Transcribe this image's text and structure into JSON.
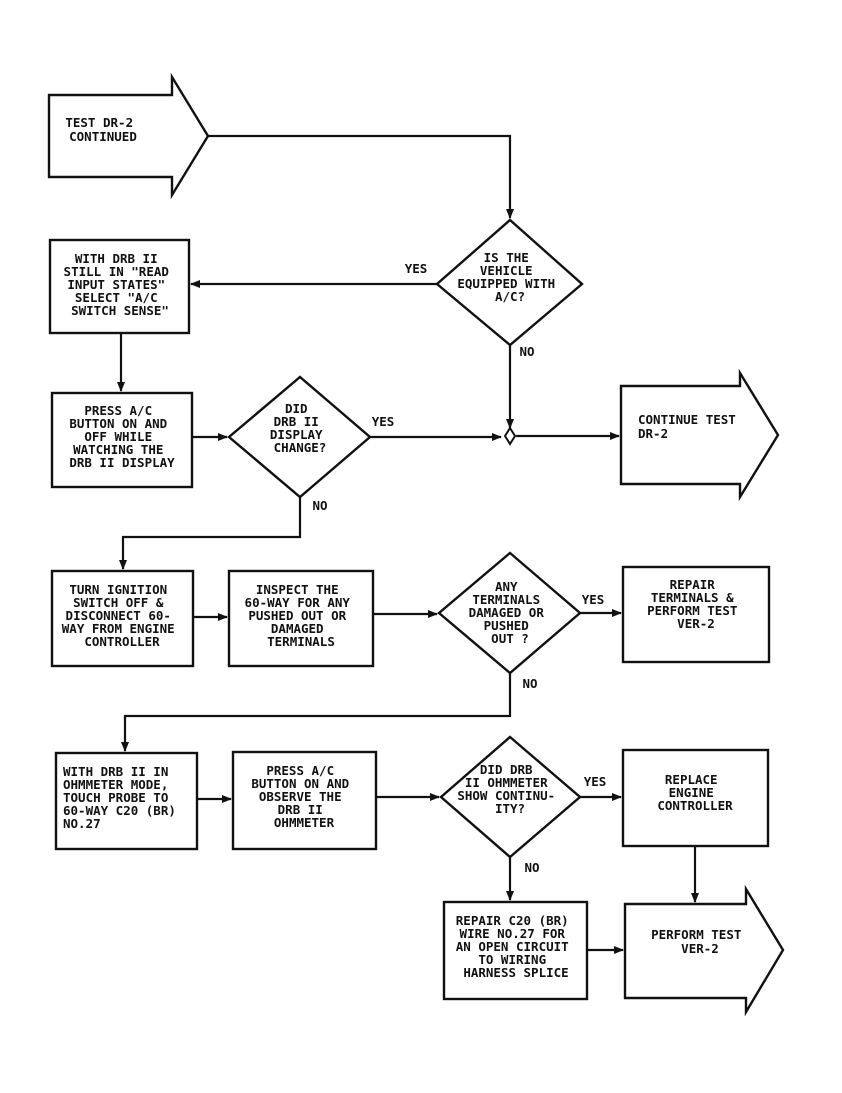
{
  "colors": {
    "ink": "#111111",
    "paper": "#ffffff"
  },
  "flowchart": {
    "start_arrow": [
      "TEST DR-2",
      "CONTINUED"
    ],
    "q_equipped": [
      "IS THE",
      "VEHICLE",
      "EQUIPPED WITH",
      "A/C?"
    ],
    "box_read_input": [
      "WITH DRB II",
      "STILL IN \"READ",
      "INPUT STATES\"",
      "SELECT \"A/C",
      "SWITCH SENSE\""
    ],
    "box_press_ac": [
      "PRESS A/C",
      "BUTTON ON AND",
      "OFF WHILE",
      "WATCHING THE",
      "DRB II DISPLAY"
    ],
    "q_display_change": [
      "DID",
      "DRB II",
      "DISPLAY",
      "CHANGE?"
    ],
    "continue_arrow": [
      "CONTINUE TEST",
      "DR-2"
    ],
    "box_ignition_off": [
      "TURN IGNITION",
      "SWITCH OFF &",
      "DISCONNECT 60-",
      "WAY FROM ENGINE",
      "CONTROLLER"
    ],
    "box_inspect": [
      "INSPECT THE",
      "60-WAY FOR ANY",
      "PUSHED OUT OR",
      "DAMAGED",
      "TERMINALS"
    ],
    "q_terminals": [
      "ANY",
      "TERMINALS",
      "DAMAGED OR",
      "PUSHED",
      "OUT ?"
    ],
    "box_repair_terminals": [
      "REPAIR",
      "TERMINALS &",
      "PERFORM TEST",
      "VER-2"
    ],
    "box_ohmmeter_mode": [
      "WITH DRB II IN",
      "OHMMETER MODE,",
      "TOUCH PROBE TO",
      "60-WAY C20 (BR)",
      "NO.27"
    ],
    "box_press_observe": [
      "PRESS A/C",
      "BUTTON ON AND",
      "OBSERVE THE",
      "DRB II",
      "OHMMETER"
    ],
    "q_continuity": [
      "DID DRB",
      "II OHMMETER",
      "SHOW CONTINU-",
      "ITY?"
    ],
    "box_replace": [
      "REPLACE",
      "ENGINE",
      "CONTROLLER"
    ],
    "box_repair_wire": [
      "REPAIR C20 (BR)",
      "WIRE NO.27 FOR",
      "AN OPEN CIRCUIT",
      "TO WIRING",
      "HARNESS SPLICE"
    ],
    "end_arrow": [
      "PERFORM TEST",
      "VER-2"
    ],
    "labels": {
      "yes_equipped": "YES",
      "no_equipped": "NO",
      "yes_display": "YES",
      "no_display": "NO",
      "yes_terminals": "YES",
      "no_terminals": "NO",
      "yes_continuity": "YES",
      "no_continuity": "NO"
    }
  }
}
